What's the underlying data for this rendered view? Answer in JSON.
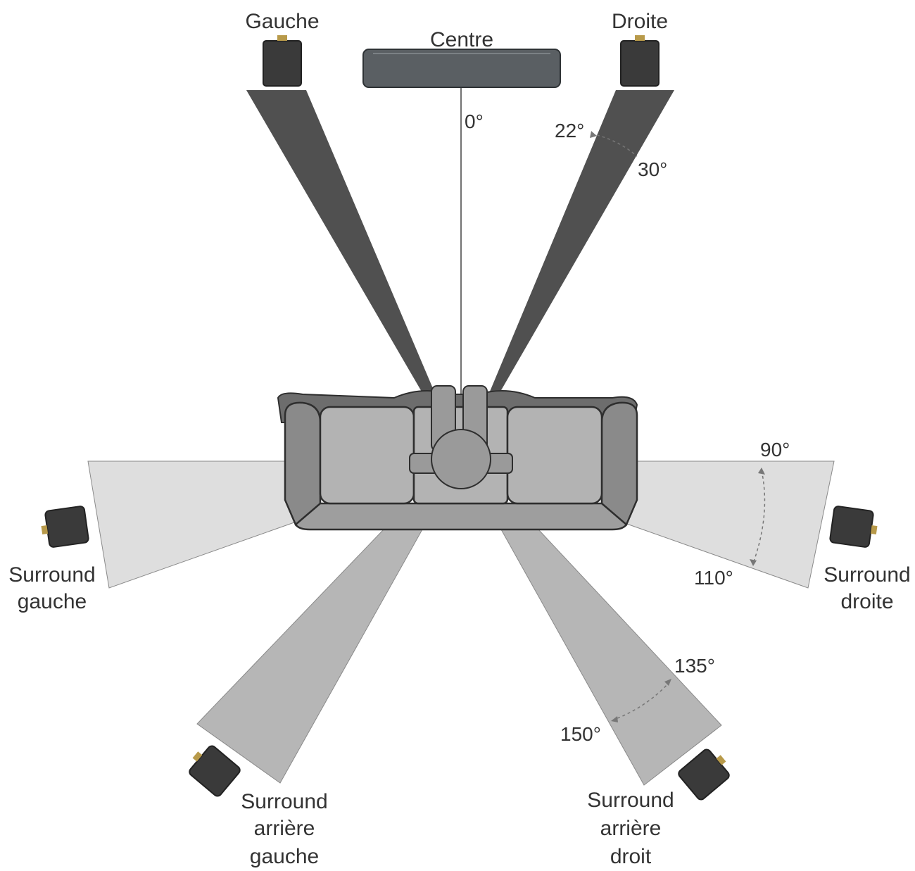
{
  "speakers": {
    "left": "Gauche",
    "center": "Centre",
    "right": "Droite",
    "surround_left": [
      "Surround",
      "gauche"
    ],
    "surround_right": [
      "Surround",
      "droite"
    ],
    "surround_back_left": [
      "Surround",
      "arrière",
      "gauche"
    ],
    "surround_back_right": [
      "Surround",
      "arrière",
      "droit"
    ]
  },
  "angles": {
    "center": "0°",
    "front_min": "22°",
    "front_max": "30°",
    "side_min": "90°",
    "side_max": "110°",
    "back_min": "135°",
    "back_max": "150°"
  },
  "colors": {
    "front_beam": "#505050",
    "side_beam": "#dedede",
    "back_beam": "#b6b6b6",
    "speaker_body": "#3a3a3a",
    "sofa": "#b3b3b3",
    "sofa_outline": "#2e2e2e",
    "listener": "#9a9a9a"
  }
}
